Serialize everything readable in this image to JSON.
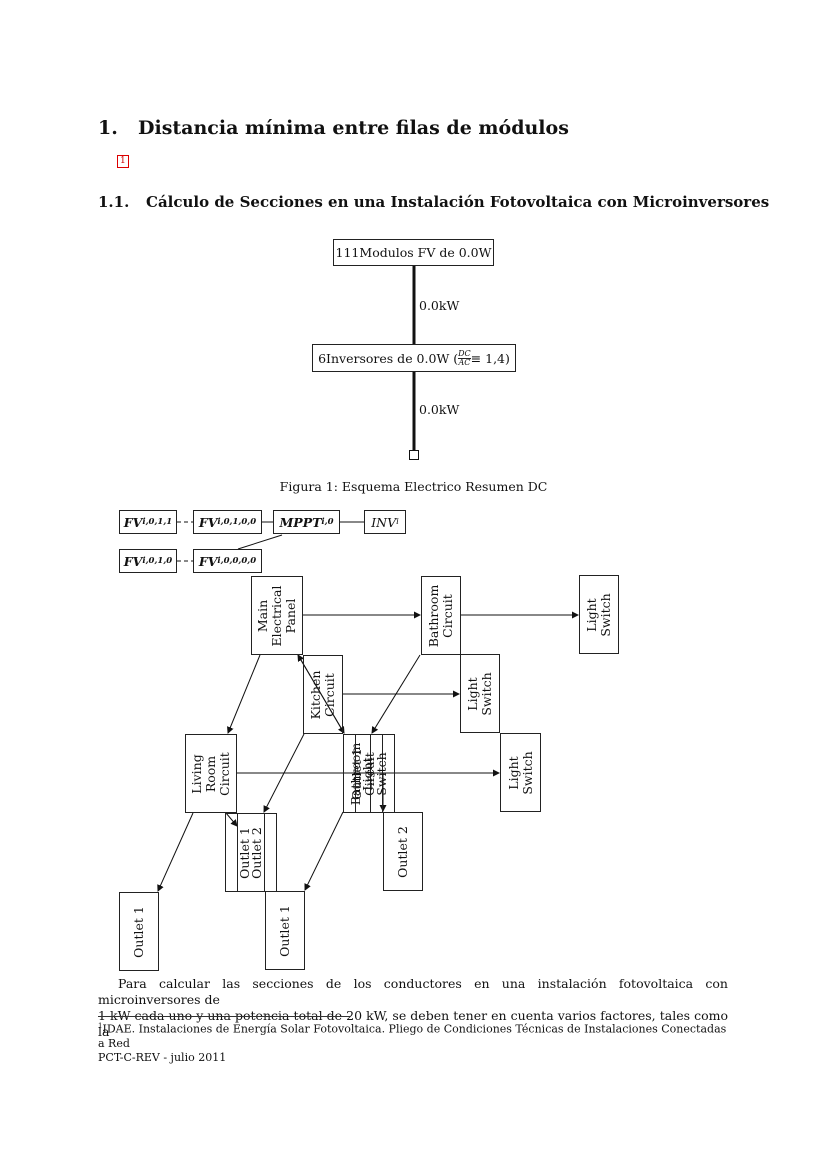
{
  "section": {
    "number": "1.",
    "title": "Distancia mínima entre filas de módulos",
    "footnote_mark": "1"
  },
  "subsection": {
    "number": "1.1.",
    "title": "Cálculo de Secciones en una Instalación Fotovoltaica con Microinversores"
  },
  "figure1": {
    "modules_label": "111Modulos FV de 0.0W",
    "power_top": "0.0kW",
    "inverters_label": "6Inversores de 0.0W (",
    "ratio_num": "DC",
    "ratio_den": "AC",
    "ratio_tail": " ≡ 1,4)",
    "power_bottom": "0.0kW",
    "caption": "Figura 1: Esquema Electrico Resumen DC"
  },
  "figure2": {
    "fv_symbol": "FV",
    "fv_subscripts": [
      "i,0,1,1",
      "i,0,1,0,0",
      "i,0,1,0",
      "i,0,0,0,0"
    ],
    "mppt_symbol": "MPPT",
    "mppt_subscript": "i,0",
    "inv_symbol": "INV",
    "inv_subscript": "i",
    "nodes": {
      "main_panel": "Main\nElectrical\nPanel",
      "bathroom_circuit_a": "Bathroom\nCircuit",
      "light_switch_a": "Light\nSwitch",
      "kitchen_circuit": "Kitchen\nCircuit",
      "light_switch_b": "Light\nSwitch",
      "living_room_circuit": "Living\nRoom\nCircuit",
      "bathroom_circuit_b": "Bathroom\nCircuit",
      "outlet_1_a": "Outlet 1",
      "light_switch_c": "Light\nSwitch",
      "light_switch_d": "Light\nSwitch",
      "outlet_1_b": "Outlet 1",
      "outlet_2_a": "Outlet 2",
      "outlet_2_b": "Outlet 2",
      "outlet_1_c": "Outlet 1",
      "outlet_1_d": "Outlet 1"
    }
  },
  "paragraph": {
    "line1": "Para calcular las secciones de los conductores en una instalación fotovoltaica con microinversores de",
    "line2": "1 kW cada uno y una potencia total de 20 kW, se deben tener en cuenta varios factores, tales como la"
  },
  "footnote": {
    "mark": "1",
    "line1": "IDAE. Instalaciones de Energía Solar Fotovoltaica. Pliego de Condiciones Técnicas de Instalaciones Conectadas a Red",
    "line2": "PCT-C-REV - julio 2011"
  }
}
